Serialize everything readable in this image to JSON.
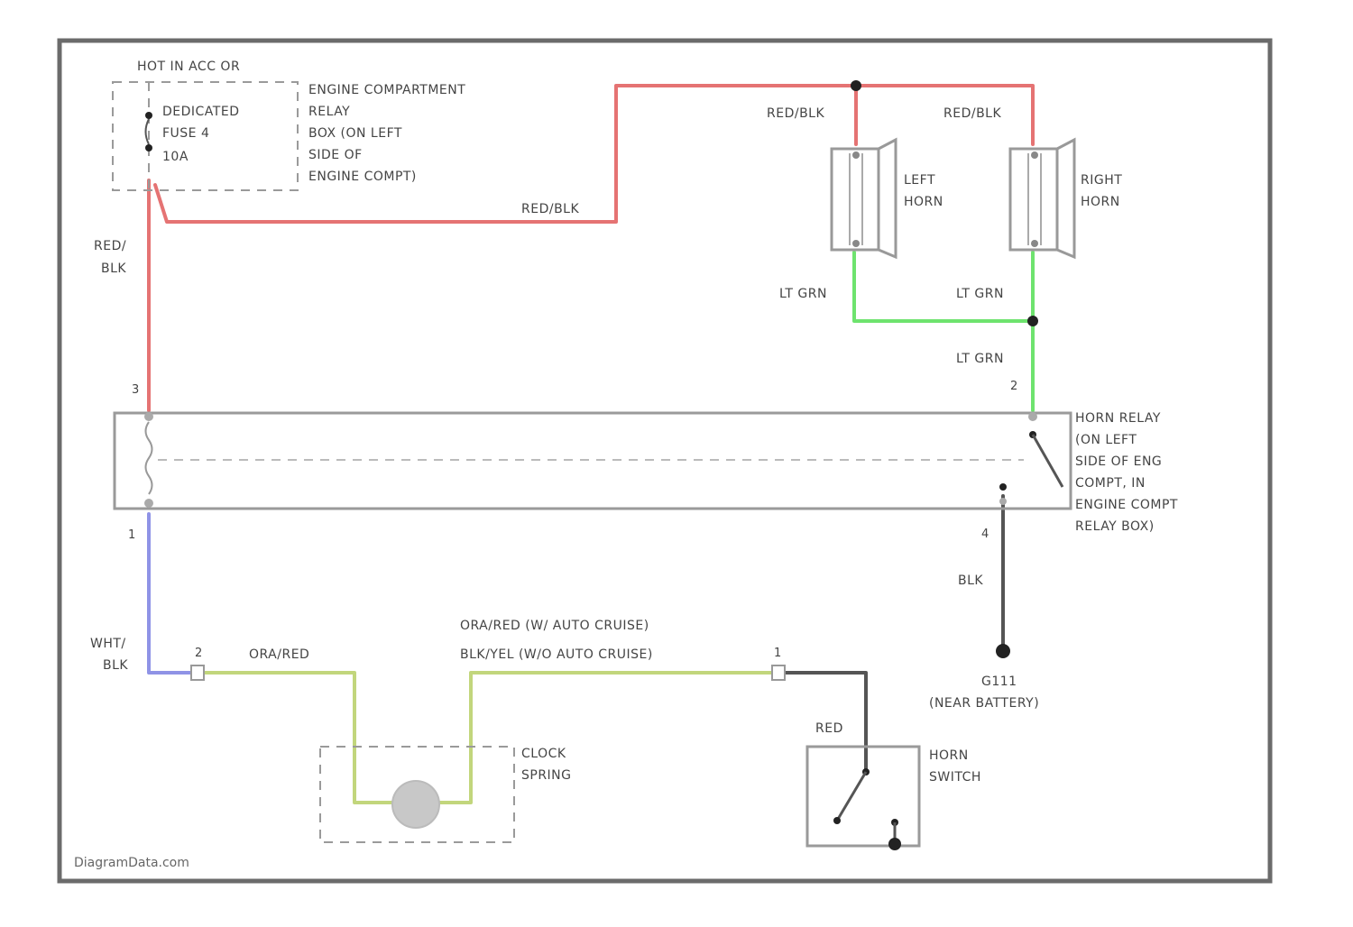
{
  "colors": {
    "red_blk": "#e57373",
    "lt_grn": "#6ee36e",
    "wht_blk": "#8f93e6",
    "ora_red": "#c2d67c",
    "blk": "#555555",
    "frame": "#6b6b6b"
  },
  "fuse": {
    "hot_label": "HOT IN ACC OR",
    "name": [
      "DEDICATED",
      "FUSE 4",
      "10A"
    ],
    "location": [
      "ENGINE COMPARTMENT",
      "RELAY",
      "BOX (ON LEFT",
      "SIDE OF",
      "ENGINE COMPT)"
    ]
  },
  "wires": {
    "red_blk_top": "RED/BLK",
    "red_blk_left": "RED/BLK",
    "red_blk_right": "RED/BLK",
    "red_blk_vertical": [
      "RED/",
      "BLK"
    ],
    "lt_grn_left": "LT GRN",
    "lt_grn_right": "LT GRN",
    "lt_grn_lower": "LT GRN",
    "wht_blk": [
      "WHT/",
      "BLK"
    ],
    "ora_red": "ORA/RED",
    "ora_red_auto": "ORA/RED  (W/ AUTO CRUISE)",
    "blk_yel_auto": "BLK/YEL  (W/O AUTO CRUISE)",
    "blk": "BLK",
    "red": "RED"
  },
  "horns": {
    "left": [
      "LEFT",
      "HORN"
    ],
    "right": [
      "RIGHT",
      "HORN"
    ]
  },
  "relay": {
    "label": [
      "HORN RELAY",
      "(ON LEFT",
      "SIDE OF ENG",
      "COMPT, IN",
      "ENGINE COMPT",
      "RELAY BOX)"
    ],
    "pin_top_left": "3",
    "pin_bottom_left": "1",
    "pin_top_right": "2",
    "pin_bottom_right": "4"
  },
  "ground": {
    "label": [
      "G111",
      "(NEAR BATTERY)"
    ]
  },
  "connectors": {
    "left_pin": "2",
    "right_pin": "1"
  },
  "clock_spring": {
    "label": [
      "CLOCK",
      "SPRING"
    ]
  },
  "horn_switch": {
    "label": [
      "HORN",
      "SWITCH"
    ]
  },
  "watermark": "DiagramData.com"
}
